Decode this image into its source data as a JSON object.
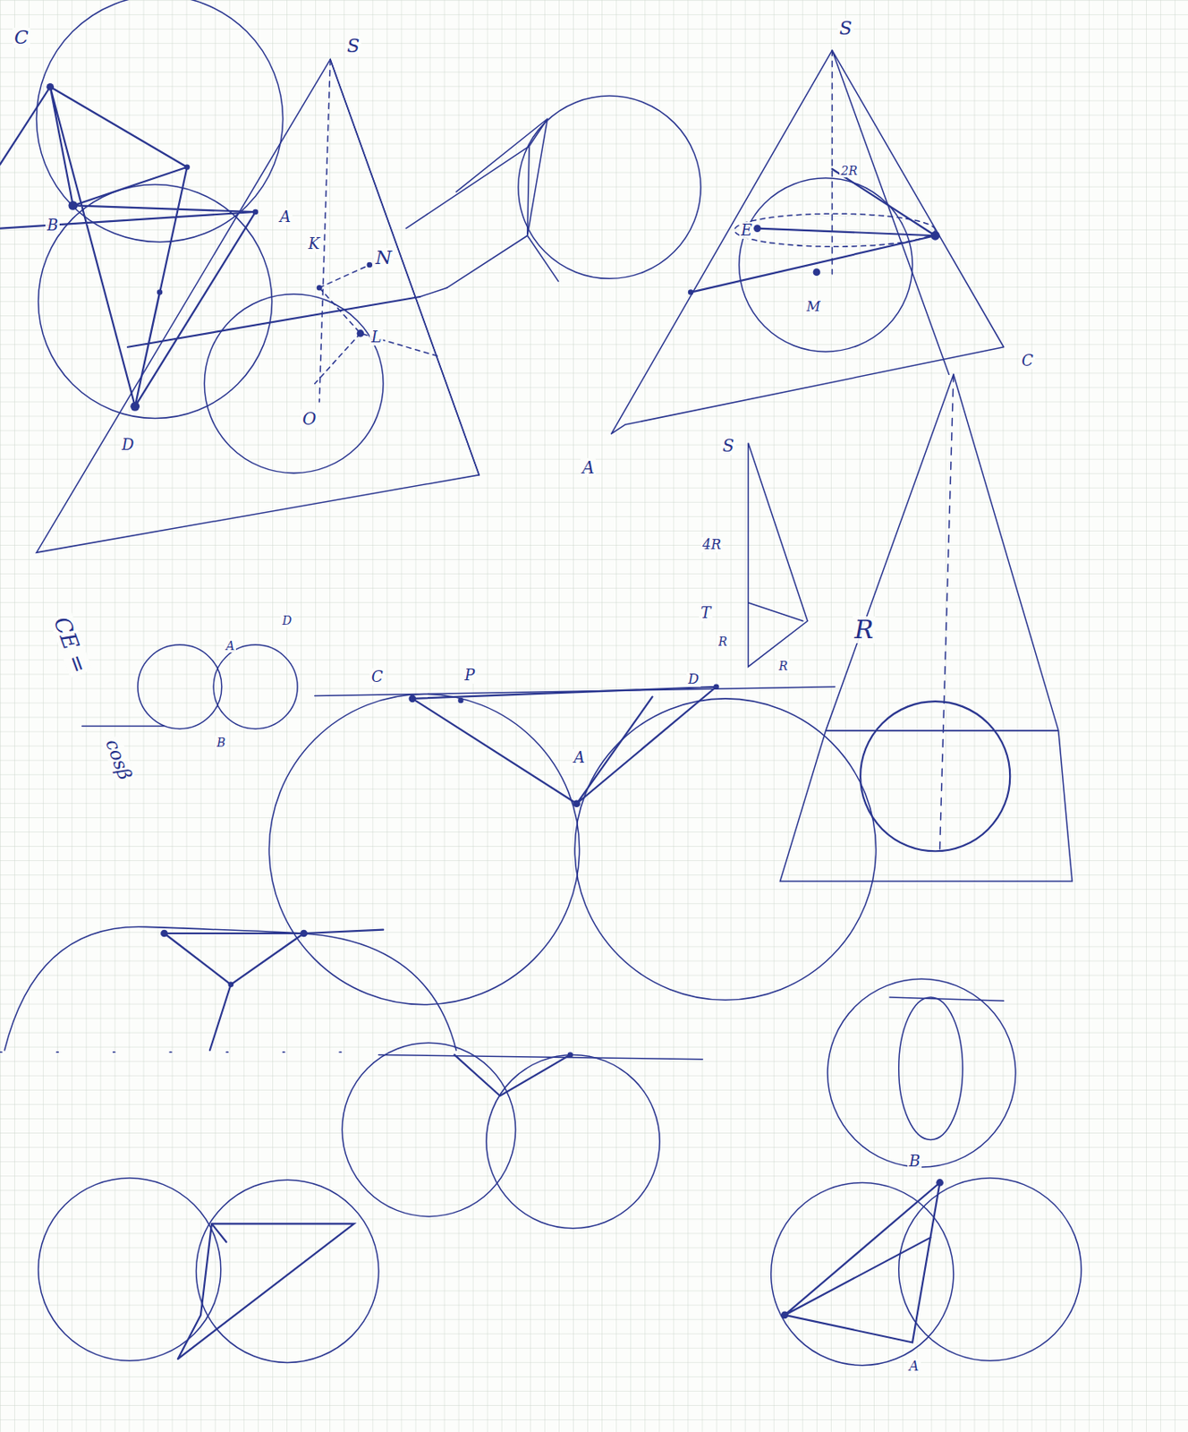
{
  "diagram": {
    "labels": [
      "C",
      "S",
      "A",
      "B",
      "K",
      "N",
      "L",
      "O",
      "D",
      "S",
      "2R",
      "E",
      "M",
      "A",
      "C",
      "S",
      "4R",
      "T",
      "R",
      "R",
      "R",
      "CE =",
      "cosβ",
      "A",
      "D",
      "B",
      "C",
      "P",
      "D",
      "A",
      "B",
      "A"
    ]
  }
}
